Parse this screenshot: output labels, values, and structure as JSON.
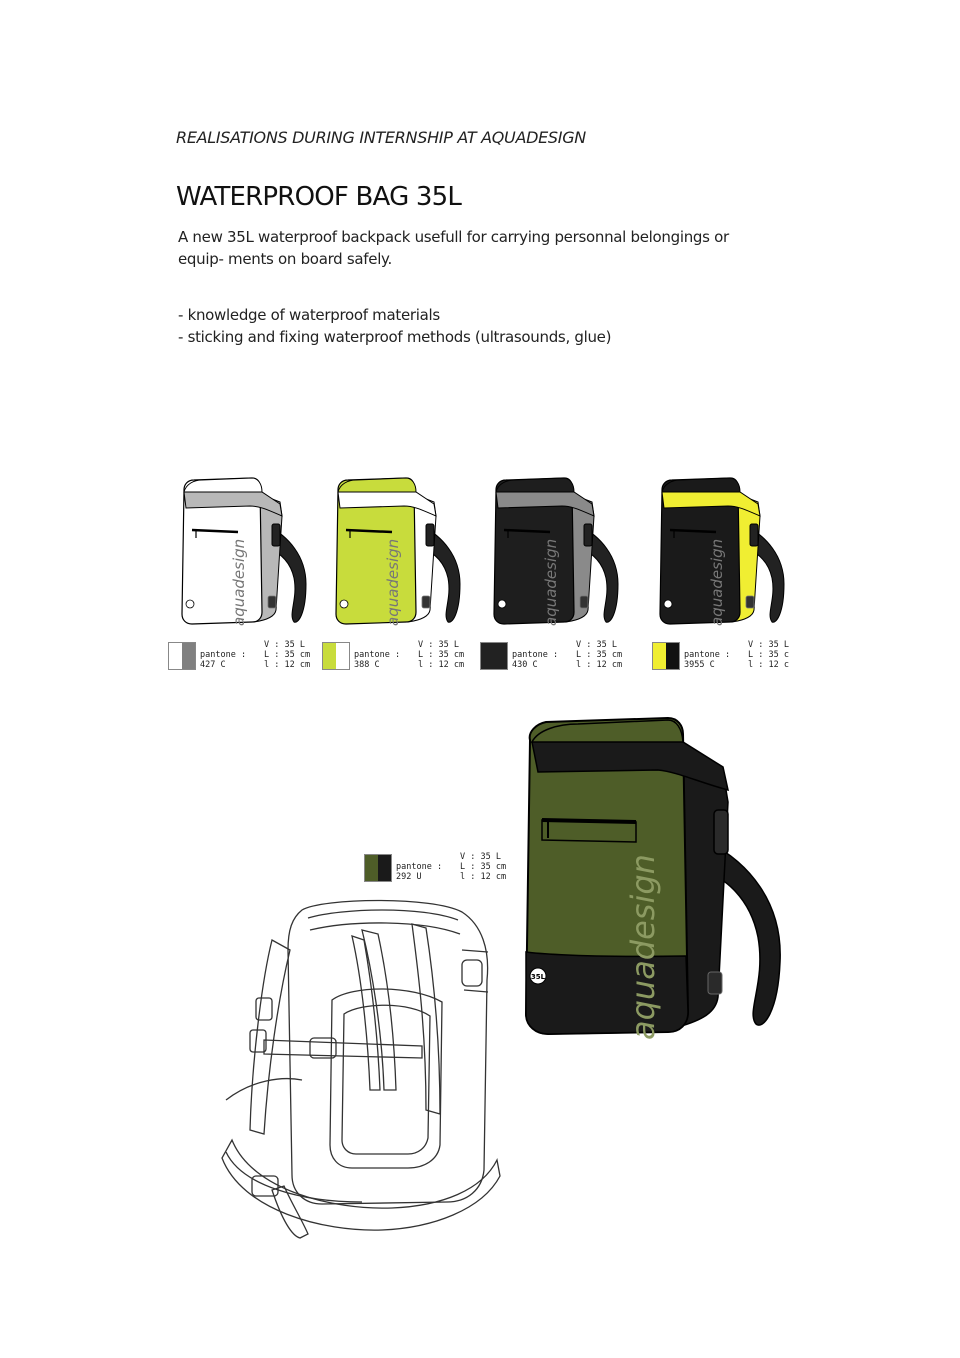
{
  "header": {
    "subtitle": "REALISATIONS DURING INTERNSHIP AT AQUADESIGN",
    "title": "WATERPROOF BAG 35L"
  },
  "description": "A new 35L waterproof backpack usefull for carrying personnal belongings or equip- ments on board safely.",
  "bullets": [
    "- knowledge of waterproof materials",
    "- sticking and fixing waterproof methods (ultrasounds, glue)"
  ],
  "brand_text": "aquadesign",
  "badge_text": "35L",
  "variants": [
    {
      "pantone_label": "pantone :",
      "pantone_code": "427 C",
      "dims": [
        "V : 35 L",
        "L : 35 cm",
        "l : 12 cm"
      ],
      "swatch": [
        "#ffffff",
        "#808080"
      ],
      "body": "#ffffff",
      "side": "#b8b8b8",
      "top": "#ffffff",
      "strap": "#222222"
    },
    {
      "pantone_label": "pantone :",
      "pantone_code": "388 C",
      "dims": [
        "V : 35 L",
        "L : 35 cm",
        "l : 12 cm"
      ],
      "swatch": [
        "#c8dc3c",
        "#ffffff"
      ],
      "body": "#c8dc3c",
      "side": "#ffffff",
      "top": "#c8dc3c",
      "strap": "#222222"
    },
    {
      "pantone_label": "pantone :",
      "pantone_code": "430 C",
      "dims": [
        "V : 35 L",
        "L : 35 cm",
        "l : 12 cm"
      ],
      "swatch": [
        "#222222",
        "#222222"
      ],
      "body": "#1e1e1e",
      "side": "#8a8a8a",
      "top": "#1e1e1e",
      "strap": "#222222"
    },
    {
      "pantone_label": "pantone :",
      "pantone_code": "3955 C",
      "dims": [
        "V : 35 L",
        "L : 35 c",
        "l : 12 c"
      ],
      "swatch": [
        "#f0ee32",
        "#111111"
      ],
      "body": "#1a1a1a",
      "side": "#f0ee32",
      "top": "#1a1a1a",
      "strap": "#222222"
    }
  ],
  "featured": {
    "pantone_label": "pantone :",
    "pantone_code": "292 U",
    "dims": [
      "V : 35 L",
      "L : 35 cm",
      "l : 12 cm"
    ],
    "swatch": [
      "#4e5d28",
      "#1a1a1a"
    ],
    "body": "#4e5d28",
    "side": "#1a1a1a"
  }
}
